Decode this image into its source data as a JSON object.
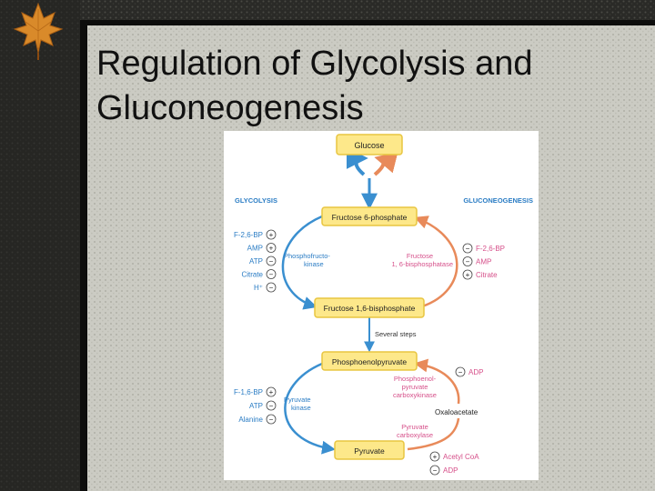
{
  "slide": {
    "title_line1": "Regulation of Glycolysis and",
    "title_line2": "Gluconeogenesis"
  },
  "colors": {
    "background": "#1e1e1c",
    "pathway_blue": "#3a8fd0",
    "pathway_orange": "#e88a5a",
    "node_fill": "#fde88a",
    "node_border": "#e8c540",
    "label_blue": "#2a7cc4",
    "label_pink": "#d6508a"
  },
  "diagram": {
    "left_header": "GLYCOLYSIS",
    "right_header": "GLUCONEOGENESIS",
    "nodes": {
      "glucose": "Glucose",
      "f6p": "Fructose 6-phosphate",
      "f16bp": "Fructose 1,6-bisphosphate",
      "pep": "Phosphoenolpyruvate",
      "pyruvate": "Pyruvate"
    },
    "several_steps": "Several steps",
    "oxaloacetate": "Oxaloacetate",
    "enzymes": {
      "pfk_line1": "Phosphofructo-",
      "pfk_line2": "kinase",
      "fbpase_line1": "Fructose",
      "fbpase_line2": "1, 6-bisphosphatase",
      "pk_line1": "Pyruvate",
      "pk_line2": "kinase",
      "pepck_line1": "Phosphoenol-",
      "pepck_line2": "pyruvate",
      "pepck_line3": "carboxykinase",
      "pc_line1": "Pyruvate",
      "pc_line2": "carboxylase"
    },
    "regulators": {
      "pfk": [
        {
          "label": "F-2,6-BP",
          "sign": "+"
        },
        {
          "label": "AMP",
          "sign": "+"
        },
        {
          "label": "ATP",
          "sign": "−"
        },
        {
          "label": "Citrate",
          "sign": "−"
        },
        {
          "label": "H⁺",
          "sign": "−"
        }
      ],
      "fbpase": [
        {
          "label": "F-2,6-BP",
          "sign": "−"
        },
        {
          "label": "AMP",
          "sign": "−"
        },
        {
          "label": "Citrate",
          "sign": "+"
        }
      ],
      "pk": [
        {
          "label": "F-1,6-BP",
          "sign": "+"
        },
        {
          "label": "ATP",
          "sign": "−"
        },
        {
          "label": "Alanine",
          "sign": "−"
        }
      ],
      "pepck": [
        {
          "label": "ADP",
          "sign": "−"
        }
      ],
      "pc": [
        {
          "label": "Acetyl CoA",
          "sign": "+"
        },
        {
          "label": "ADP",
          "sign": "−"
        }
      ]
    }
  }
}
